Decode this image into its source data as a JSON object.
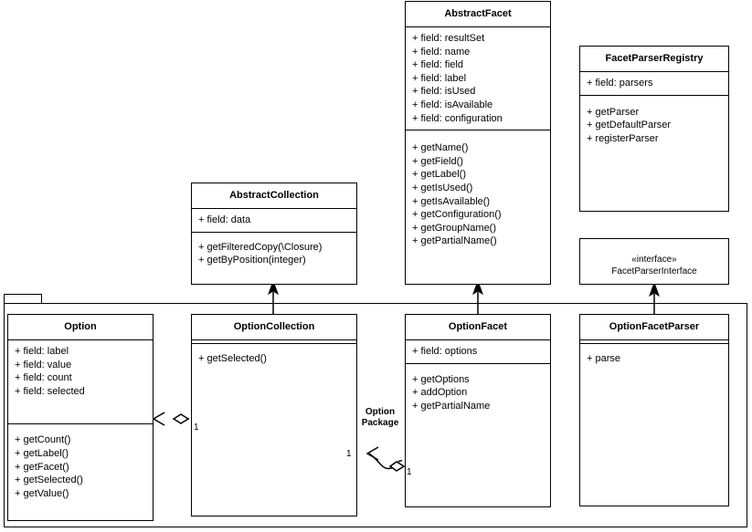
{
  "diagram": {
    "type": "uml-class-diagram",
    "package": {
      "name": ""
    },
    "classes": [
      {
        "id": "abstract-facet",
        "name": "AbstractFacet",
        "stereotype": "",
        "attributes": [
          "+ field: resultSet",
          "+ field: name",
          "+ field: field",
          "+ field: label",
          "+ field: isUsed",
          "+ field: isAvailable",
          "+ field: configuration"
        ],
        "operations": [
          "+ getName()",
          "+ getField()",
          "+ getLabel()",
          "+ getIsUsed()",
          "+ getIsAvailable()",
          "+ getConfiguration()",
          "+ getGroupName()",
          "+ getPartialName()"
        ]
      },
      {
        "id": "facet-parser-registry",
        "name": "FacetParserRegistry",
        "stereotype": "",
        "attributes": [
          "+ field: parsers"
        ],
        "operations": [
          "+ getParser",
          "+ getDefaultParser",
          "+ registerParser"
        ]
      },
      {
        "id": "abstract-collection",
        "name": "AbstractCollection",
        "stereotype": "",
        "attributes": [
          "+ field: data"
        ],
        "operations": [
          "+ getFilteredCopy(\\Closure)",
          "+ getByPosition(integer)"
        ]
      },
      {
        "id": "facet-parser-interface",
        "name": "FacetParserInterface",
        "stereotype": "«interface»",
        "attributes": [],
        "operations": []
      },
      {
        "id": "option",
        "name": "Option",
        "stereotype": "",
        "attributes": [
          "+ field: label",
          "+ field: value",
          "+ field: count",
          "+ field: selected"
        ],
        "operations": [
          "+ getCount()",
          "+ getLabel()",
          "+ getFacet()",
          "+ getSelected()",
          "+ getValue()"
        ]
      },
      {
        "id": "option-collection",
        "name": "OptionCollection",
        "stereotype": "",
        "attributes": [],
        "operations": [
          "+ getSelected()"
        ]
      },
      {
        "id": "option-facet",
        "name": "OptionFacet",
        "stereotype": "",
        "attributes": [
          "+ field: options"
        ],
        "operations": [
          "+ getOptions",
          "+ addOption",
          "+ getPartialName"
        ]
      },
      {
        "id": "option-facet-parser",
        "name": "OptionFacetParser",
        "stereotype": "",
        "attributes": [],
        "operations": [
          "+ parse"
        ]
      }
    ],
    "relationships": [
      {
        "kind": "generalization",
        "from": "option-collection",
        "to": "abstract-collection"
      },
      {
        "kind": "generalization",
        "from": "option-facet",
        "to": "abstract-facet"
      },
      {
        "kind": "realization",
        "from": "option-facet-parser",
        "to": "facet-parser-interface"
      },
      {
        "kind": "aggregation",
        "from": "option-collection",
        "to": "option",
        "source_multiplicity": "1",
        "target_multiplicity": ""
      },
      {
        "kind": "aggregation",
        "from": "option-facet",
        "to": "option-collection",
        "label": "Option\nPackage",
        "source_multiplicity": "1",
        "target_multiplicity": "1"
      }
    ],
    "labels": {
      "option_package_line1": "Option",
      "option_package_line2": "Package",
      "mult_option_collection_left": "1",
      "mult_option_collection_bottom": "1",
      "mult_option_facet": "1"
    }
  },
  "colors": {
    "stroke": "#000000",
    "fill": "#ffffff",
    "text": "#000000"
  }
}
